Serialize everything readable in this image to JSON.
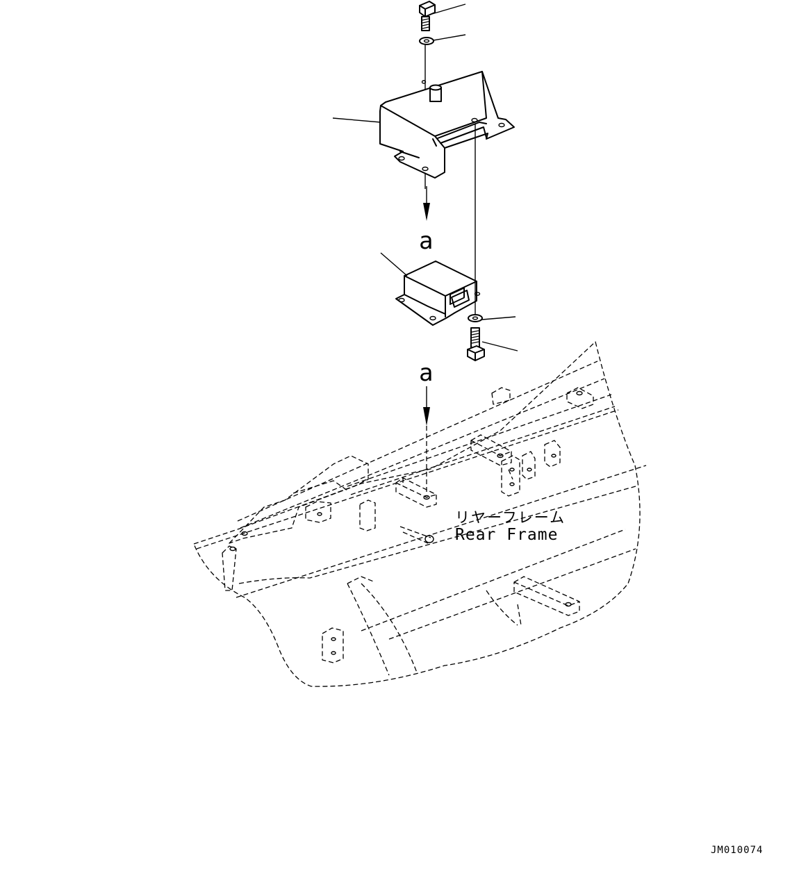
{
  "labels": {
    "callout_upper": "a",
    "callout_lower": "a",
    "frame_jp": "リヤーフレーム",
    "frame_en": "Rear Frame",
    "drawing_code": "JM010074"
  }
}
